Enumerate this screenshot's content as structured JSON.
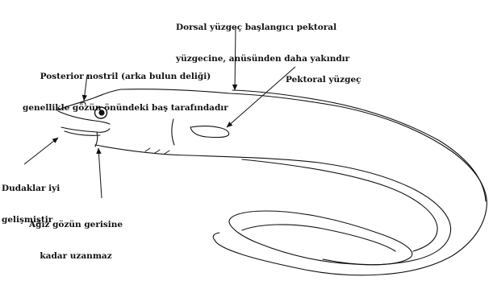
{
  "labels": {
    "dorsal_origin": {
      "line1": "Dorsal yüzgeç başlangıcı pektoral",
      "line2": "yüzgecine, anüsünden daha yakındır"
    },
    "posterior_nostril": {
      "line1": "Posterior nostril (arka bulun deliği)",
      "line2": "genellikle gözün önündeki baş tarafındadır"
    },
    "pectoral_fin": {
      "line1": "Pektoral yüzgeç"
    },
    "lips": {
      "line1": "Dudaklar iyi",
      "line2": "gelişmiştir"
    },
    "mouth_extent": {
      "line1": "Ağız gözün gerisine",
      "line2": "kadar uzanmaz"
    }
  },
  "colors": {
    "ink": "#111111",
    "background": "#ffffff"
  }
}
